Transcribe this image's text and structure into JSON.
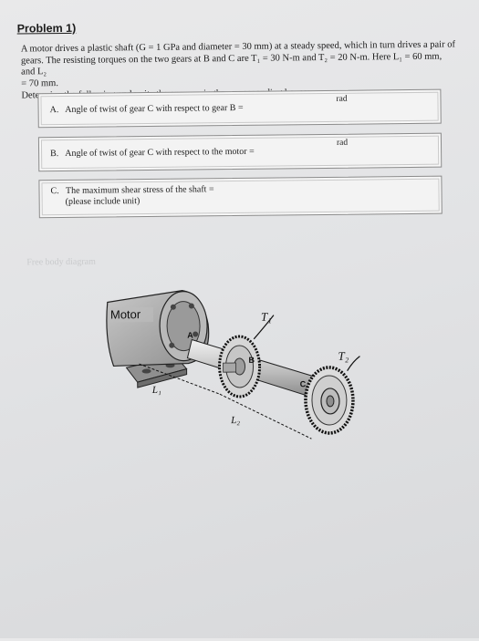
{
  "problem_title": "Problem 1)",
  "statement": {
    "line1": "A motor drives a plastic shaft (G = 1 GPa and diameter = 30 mm) at a steady speed, which in turn drives a pair of",
    "line2": "gears. The resisting torques on the two gears at B and C are T₁ = 30 N-m and T₂ = 20 N-m. Here L₁ = 60 mm, and L₂",
    "line3": "= 70 mm.",
    "instruction": "Determine the following and write the answers in the corresponding boxes:"
  },
  "questions": [
    {
      "prefix": "A.",
      "text": "Angle of twist of gear C with respect to gear B =",
      "unit": "rad"
    },
    {
      "prefix": "B.",
      "text": "Angle of twist of gear C with respect to the motor =",
      "unit": "rad"
    },
    {
      "prefix": "C.",
      "text": "The maximum shear stress of the shaft =",
      "note": "(please include unit)"
    }
  ],
  "faded_text": "Free body diagram",
  "figure": {
    "motor_label": "Motor",
    "point_a": "A",
    "point_b": "B",
    "point_c": "C",
    "torque_1": "T₁",
    "torque_2": "T₂",
    "length_1": "L₁",
    "length_2": "L₂"
  },
  "colors": {
    "paper": "#e4e5e7",
    "ink": "#1c1c1c",
    "motor_body": "#a9a9a9",
    "gear": "#d9d9d9"
  }
}
